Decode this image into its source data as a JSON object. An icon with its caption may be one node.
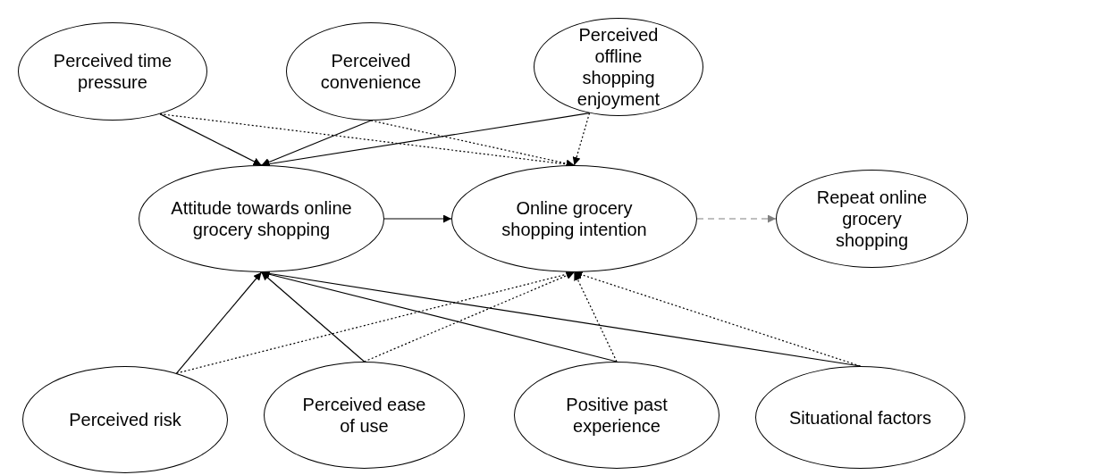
{
  "diagram": {
    "nodes": [
      {
        "text": [
          "Perceived time pressure"
        ]
      },
      {
        "text": [
          "Perceived convenience"
        ]
      },
      {
        "text": [
          "Perceived offline shopping enjoyment"
        ]
      },
      {
        "text": [
          "Attitude towards online grocery shopping"
        ]
      },
      {
        "text": [
          "Online grocery shopping intention"
        ]
      },
      {
        "text": [
          "Repeat online grocery shopping"
        ]
      },
      {
        "text": [
          "Perceived risk"
        ]
      },
      {
        "text": [
          "Perceived ease of use"
        ]
      },
      {
        "text": [
          "Positive past experience"
        ]
      },
      {
        "text": [
          "Situational factors"
        ]
      }
    ],
    "edges": [
      {
        "from": 0,
        "to": 3,
        "arrow": "to"
      },
      {
        "from": 0,
        "to": 4,
        "arrow": "to",
        "style": "dashed"
      },
      {
        "from": 1,
        "to": 3,
        "arrow": "to"
      },
      {
        "from": 1,
        "to": 4,
        "arrow": "to",
        "style": "dashed"
      },
      {
        "from": 2,
        "to": 3,
        "arrow": "to"
      },
      {
        "from": 2,
        "to": 4,
        "arrow": "to",
        "style": "dashed"
      },
      {
        "from": 3,
        "to": 4,
        "arrow": "to"
      },
      {
        "from": 4,
        "to": 5,
        "arrow": "to",
        "style": "dashed",
        "color": "#808080"
      },
      {
        "from": 6,
        "to": 3,
        "arrow": "to"
      },
      {
        "from": 6,
        "to": 4,
        "arrow": "to",
        "style": "dashed"
      },
      {
        "from": 7,
        "to": 3,
        "arrow": "to"
      },
      {
        "from": 7,
        "to": 4,
        "arrow": "to",
        "style": "dashed"
      },
      {
        "from": 8,
        "to": 3,
        "arrow": "to"
      },
      {
        "from": 8,
        "to": 4,
        "arrow": "to",
        "style": "dashed"
      },
      {
        "from": 9,
        "to": 3,
        "arrow": "to"
      },
      {
        "from": 9,
        "to": 4,
        "arrow": "to",
        "style": "dashed"
      }
    ]
  }
}
